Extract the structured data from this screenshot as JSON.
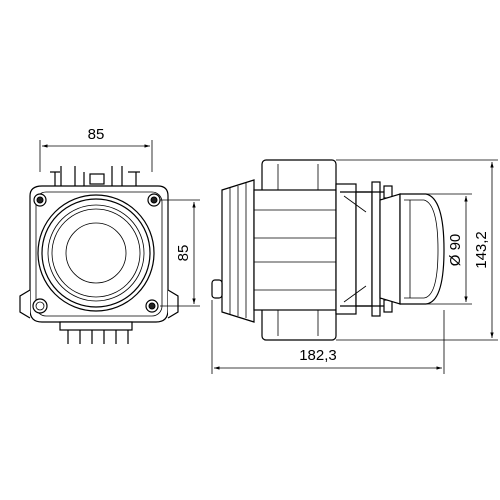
{
  "dimensions": {
    "front_width": "85",
    "front_height": "85",
    "side_length": "182,3",
    "lens_diameter": "Ø 90",
    "side_height": "143,2"
  }
}
